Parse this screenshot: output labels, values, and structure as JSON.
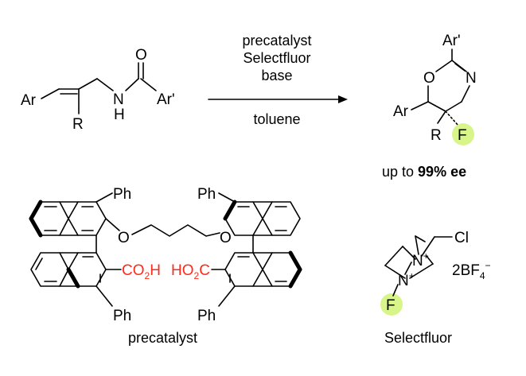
{
  "reaction": {
    "conditions": {
      "line1": "precatalyst",
      "line2": "Selectfluor",
      "line3": "base",
      "solvent": "toluene"
    },
    "substrate": {
      "ar": "Ar",
      "r": "R",
      "nh_n": "N",
      "nh_h": "H",
      "o": "O",
      "ar_prime": "Ar'"
    },
    "product": {
      "ar_prime": "Ar'",
      "o": "O",
      "n": "N",
      "ar": "Ar",
      "r": "R",
      "f": "F",
      "ee_prefix": "up to ",
      "ee_value": "99% ee"
    }
  },
  "precatalyst": {
    "ph_top_left": "Ph",
    "ph_top_right": "Ph",
    "o_left": "O",
    "o_right": "O",
    "acid_left": "CO",
    "acid_left_sub": "2",
    "acid_left_end": "H",
    "acid_right": "HO",
    "acid_right_sub": "2",
    "acid_right_end": "C",
    "ph_bottom_left": "Ph",
    "ph_bottom_right": "Ph",
    "label": "precatalyst"
  },
  "selectfluor": {
    "cl": "Cl",
    "n_top": "N",
    "n_bottom": "N",
    "plus": "+",
    "f": "F",
    "counterion": "2BF",
    "counterion_sub": "4",
    "counterion_charge": "−",
    "label": "Selectfluor"
  },
  "colors": {
    "acid": "#ff2a1a",
    "fluorine_highlight": "#d8f58a",
    "ink": "#000000"
  }
}
